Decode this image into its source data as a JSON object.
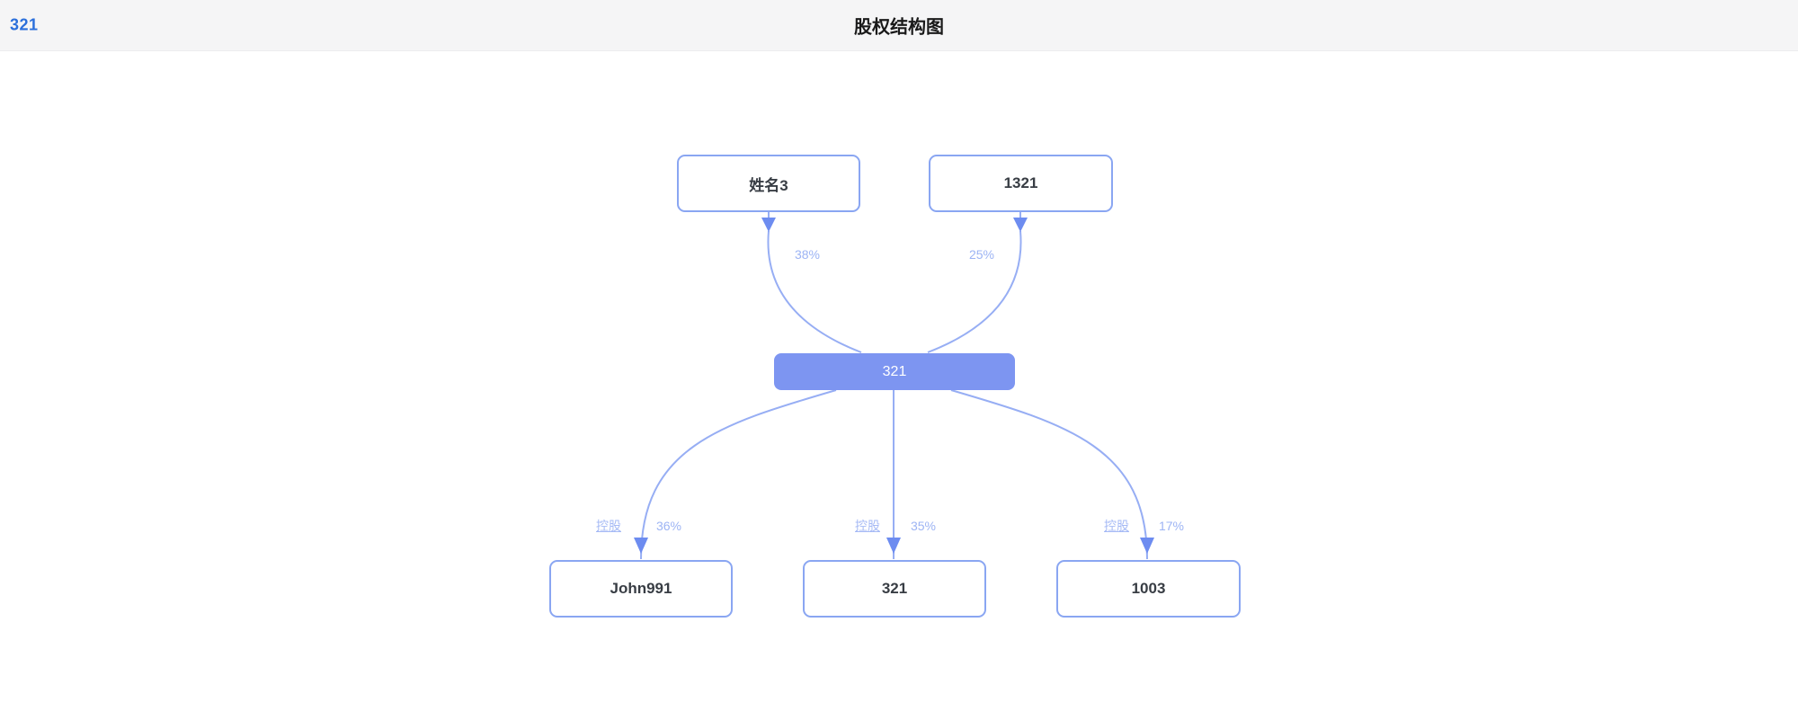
{
  "header": {
    "logo": "321",
    "title": "股权结构图"
  },
  "diagram": {
    "company": {
      "name": "321"
    },
    "shareholders": [
      {
        "name": "姓名3",
        "percent": "38%"
      },
      {
        "name": "1321",
        "percent": "25%"
      }
    ],
    "subsidiaries": [
      {
        "name": "John991",
        "relation": "控股",
        "percent": "36%"
      },
      {
        "name": "321",
        "relation": "控股",
        "percent": "35%"
      },
      {
        "name": "1003",
        "relation": "控股",
        "percent": "17%"
      }
    ]
  },
  "colors": {
    "accent": "#2b6fdb",
    "header_bg": "#f5f5f6",
    "title_color": "#1a1a1a",
    "node_border": "#8aa6f2",
    "node_text": "#383d44",
    "company_fill": "#7d95f1",
    "edge": "#97aef4",
    "arrow": "#6d8cf0",
    "edge_label": "#9db4f4",
    "edge_link": "#a6baf5"
  }
}
